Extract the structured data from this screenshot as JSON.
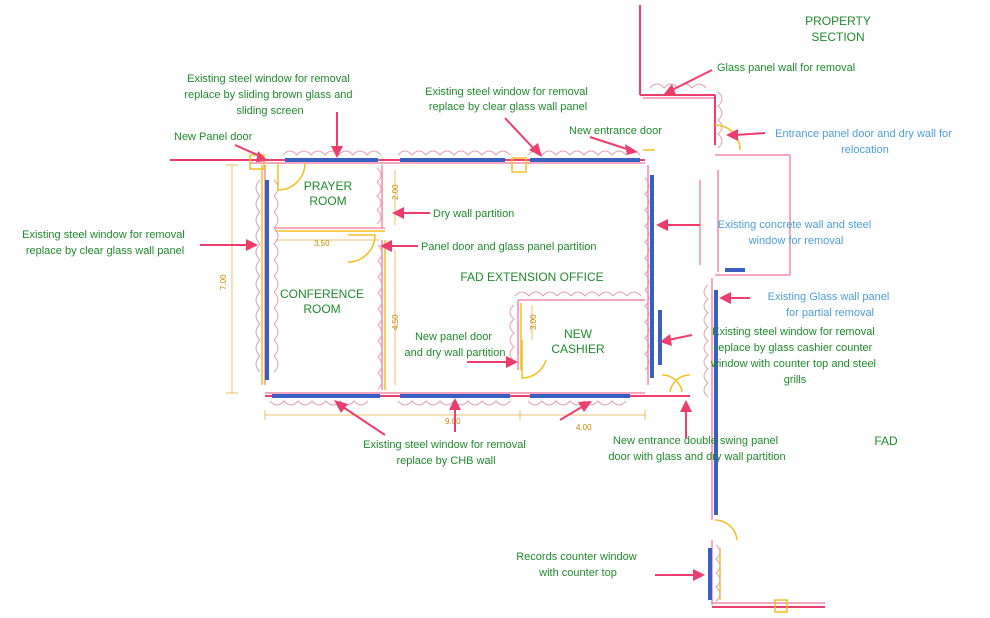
{
  "rooms": {
    "prayer_line1": "PRAYER",
    "prayer_line2": "ROOM",
    "conference_line1": "CONFERENCE",
    "conference_line2": "ROOM",
    "office": "FAD EXTENSION OFFICE",
    "cashier_line1": "NEW",
    "cashier_line2": "CASHIER",
    "fad": "FAD",
    "property_line1": "PROPERTY",
    "property_line2": "SECTION"
  },
  "notes": {
    "window_sliding": [
      "Existing steel window for removal",
      "replace by sliding brown glass and",
      "sliding screen"
    ],
    "window_clear_top": [
      "Existing steel window for removal",
      "replace by clear glass wall panel"
    ],
    "new_panel_door": "New Panel door",
    "new_entrance_door": "New entrance door",
    "glass_panel_wall": "Glass panel wall for removal",
    "entrance_relocation": [
      "Entrance panel door and dry wall for",
      "relocation"
    ],
    "window_clear_left": [
      "Existing steel window for removal",
      "replace by clear glass wall panel"
    ],
    "dry_wall_partition": "Dry wall partition",
    "panel_door_glass": "Panel door and glass panel partition",
    "concrete_wall": [
      "Existing concrete wall and steel",
      "window for removal"
    ],
    "glass_wall_partial": [
      "Existing Glass wall panel",
      "for partial removal"
    ],
    "new_panel_dry": [
      "New panel door",
      "and dry wall partition"
    ],
    "cashier_counter": [
      "Existing steel window for removal",
      "replace by glass cashier counter",
      "window with counter top and steel",
      "grills"
    ],
    "window_chb": [
      "Existing steel window for removal",
      "replace by CHB wall"
    ],
    "double_swing": [
      "New entrance double swing panel",
      "door  with glass and dry wall partition"
    ],
    "records_counter": [
      "Records counter window",
      "with counter top"
    ]
  },
  "dimensions": {
    "d200": "2.00",
    "d350": "3.50",
    "d700": "7.00",
    "d400": "4.00",
    "d900": "9.00",
    "d300": "3.00",
    "d450": "4.50"
  }
}
